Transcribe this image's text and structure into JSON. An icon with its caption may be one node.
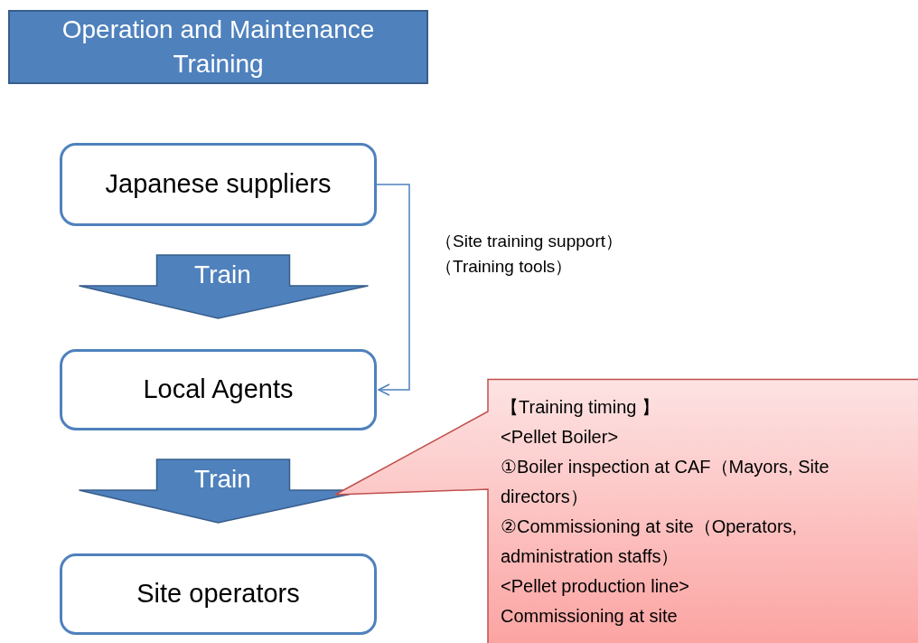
{
  "diagram": {
    "title": "Operation and Maintenance Training",
    "nodes": [
      {
        "text": [
          "Japanese suppliers"
        ]
      },
      {
        "text": [
          "Local Agents"
        ]
      },
      {
        "text": [
          "Site operators"
        ]
      },
      {
        "text": [
          "【Training timing 】",
          "<Pellet Boiler>",
          "①Boiler inspection at CAF（Mayors, Site directors）",
          "②Commissioning at site（Operators, administration staffs）",
          "<Pellet production line>",
          "Commissioning at site"
        ]
      }
    ],
    "edges": [
      {
        "from": 0,
        "to": 1,
        "arrow": "to",
        "label": "Train",
        "style": "thick"
      },
      {
        "from": 1,
        "to": 2,
        "arrow": "to",
        "label": "Train",
        "style": "thick"
      },
      {
        "from": 0,
        "to": 1,
        "arrow": "to",
        "label": "（Site training support）（Training tools）"
      }
    ]
  }
}
